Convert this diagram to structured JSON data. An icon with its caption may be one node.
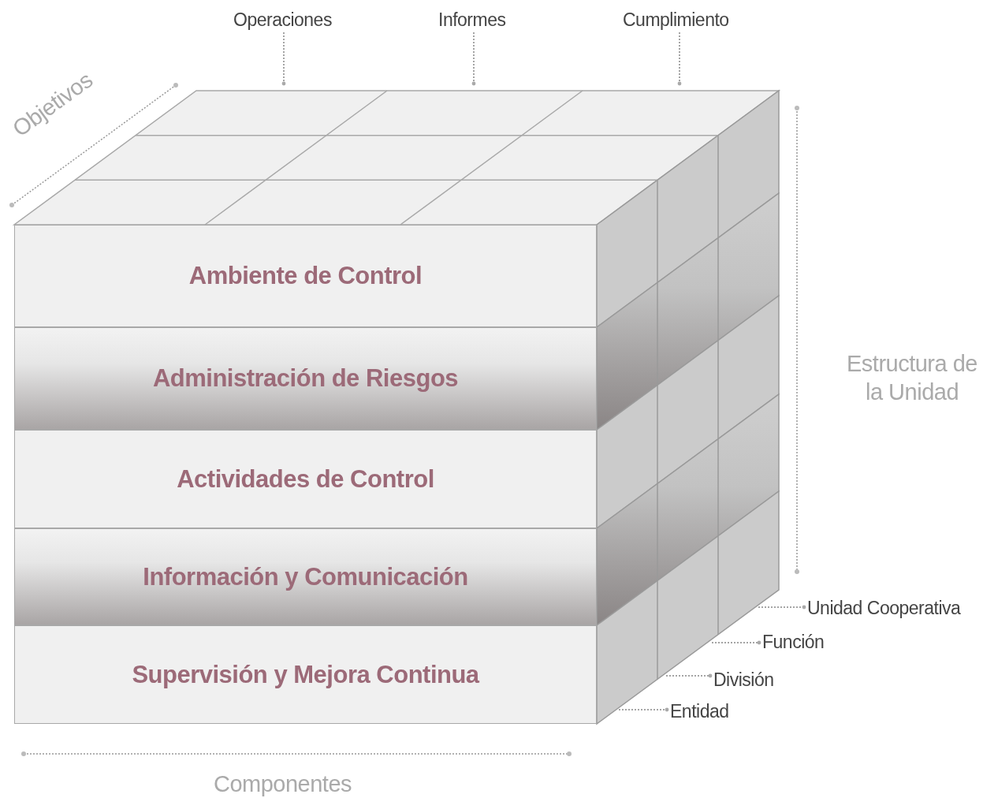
{
  "diagram": {
    "nodes": [
      {
        "text": [
          "Ambiente de Control"
        ]
      },
      {
        "text": [
          "Administración de Riesgos"
        ]
      },
      {
        "text": [
          "Actividades de Control"
        ]
      },
      {
        "text": [
          "Información y Comunicación"
        ]
      },
      {
        "text": [
          "Supervisión y Mejora Continua"
        ]
      },
      {
        "text": [
          "Operaciones"
        ]
      },
      {
        "text": [
          "Informes"
        ]
      },
      {
        "text": [
          "Cumplimiento"
        ]
      },
      {
        "text": [
          "Unidad Cooperativa"
        ]
      },
      {
        "text": [
          "Función"
        ]
      },
      {
        "text": [
          "División"
        ]
      },
      {
        "text": [
          "Entidad"
        ]
      }
    ],
    "edges": [
      {
        "from": 5,
        "to": null,
        "arrow": "other"
      },
      {
        "from": 6,
        "to": null,
        "arrow": "other"
      },
      {
        "from": 7,
        "to": null,
        "arrow": "other"
      },
      {
        "from": null,
        "to": 8,
        "arrow": "other"
      },
      {
        "from": null,
        "to": 9,
        "arrow": "other"
      },
      {
        "from": null,
        "to": 10,
        "arrow": "other"
      },
      {
        "from": null,
        "to": 11,
        "arrow": "other"
      }
    ],
    "labels": [
      "Objetivos",
      "Estructura de la Unidad",
      "Componentes"
    ]
  }
}
